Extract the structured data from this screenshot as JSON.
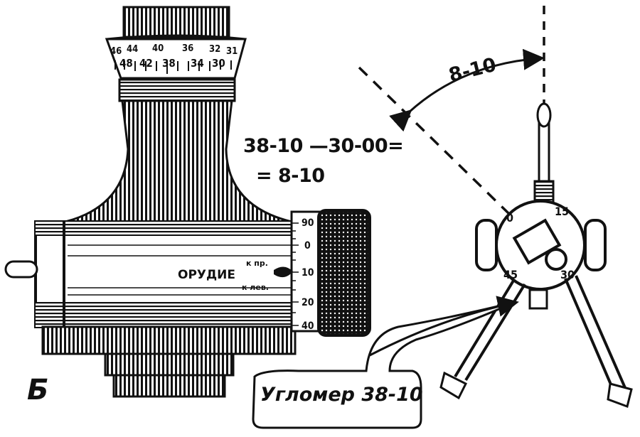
{
  "figure_letter": "Б",
  "formula": {
    "line1": "38-10 —30-00=",
    "line2": "= 8-10"
  },
  "angle_label": "8-10",
  "callout": {
    "text": "Угломер 38-10"
  },
  "panorama": {
    "top_scale": [
      "46",
      "44",
      "40",
      "36",
      "32",
      "31"
    ],
    "bottom_scale": [
      "48",
      "42",
      "38",
      "34",
      "30"
    ],
    "drum_scale": [
      "90",
      "0",
      "10",
      "20",
      "40"
    ],
    "drum_label": "ОРУДИЕ",
    "drum_small_top": "к пр.",
    "drum_small_bottom": "к лев."
  },
  "gun_circle_marks": [
    "0",
    "15",
    "45",
    "30"
  ]
}
